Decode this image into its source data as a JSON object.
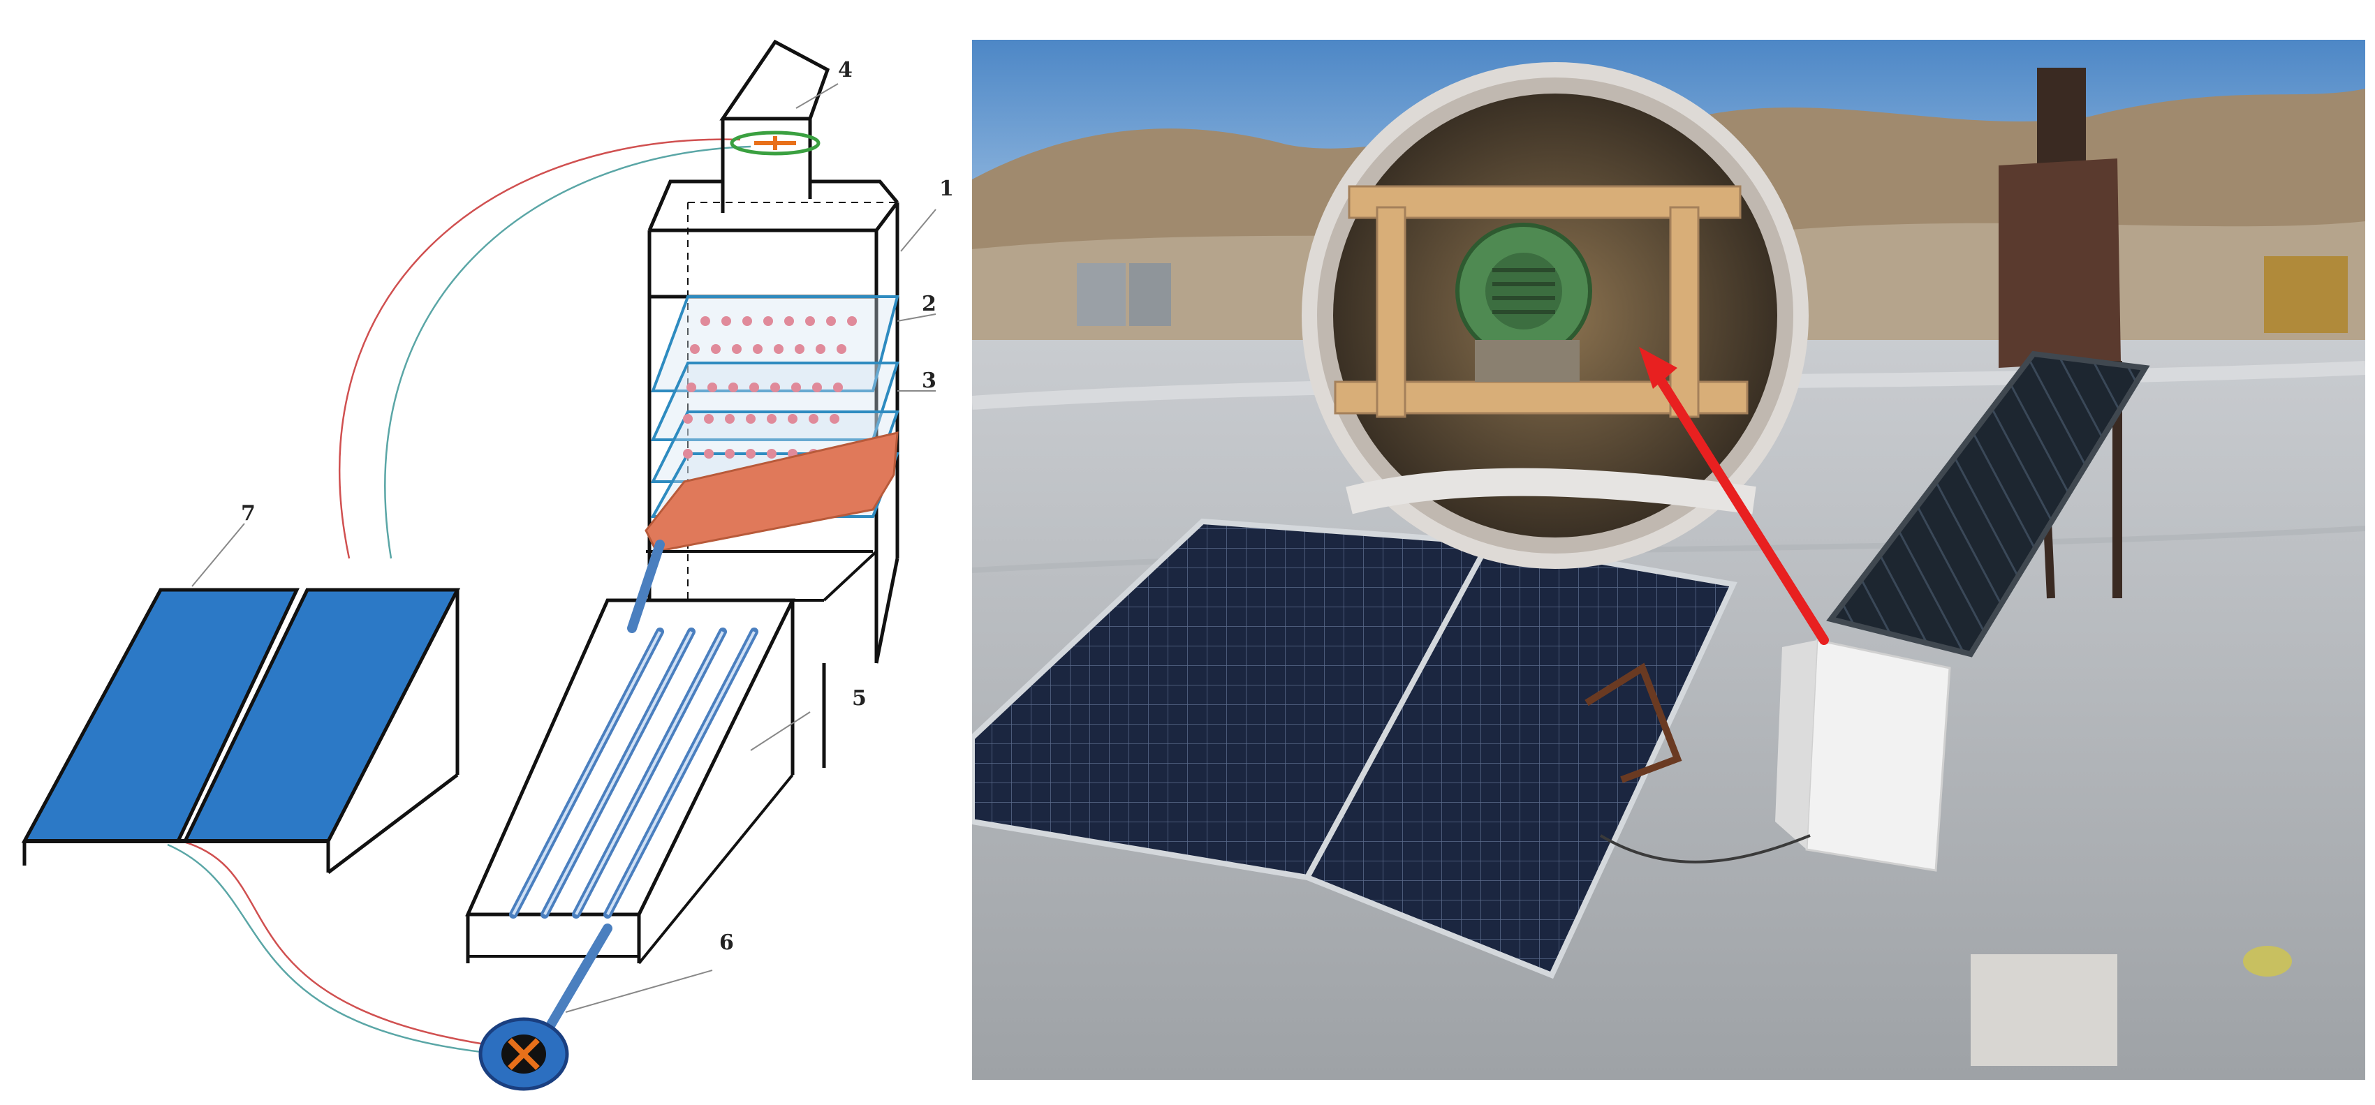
{
  "schematic": {
    "labels": {
      "l1": "1",
      "l2": "2",
      "l3": "3",
      "l4": "4",
      "l5": "5",
      "l6": "6",
      "l7": "7"
    }
  },
  "colors": {
    "outline": "#111111",
    "tray_blue": "#2e8bc0",
    "absorber_orange": "#e0795a",
    "pv_blue": "#2c79c6",
    "tube_blue": "#4a7fbf",
    "wire_red": "#d05050",
    "wire_teal": "#5aa6a6",
    "fan_green": "#3aa040",
    "fan_orange": "#e8701a",
    "arrow_red": "#e82020"
  },
  "photo": {
    "inset": "magnified-fan-detail",
    "arrow": "points-from-box-to-fan"
  }
}
